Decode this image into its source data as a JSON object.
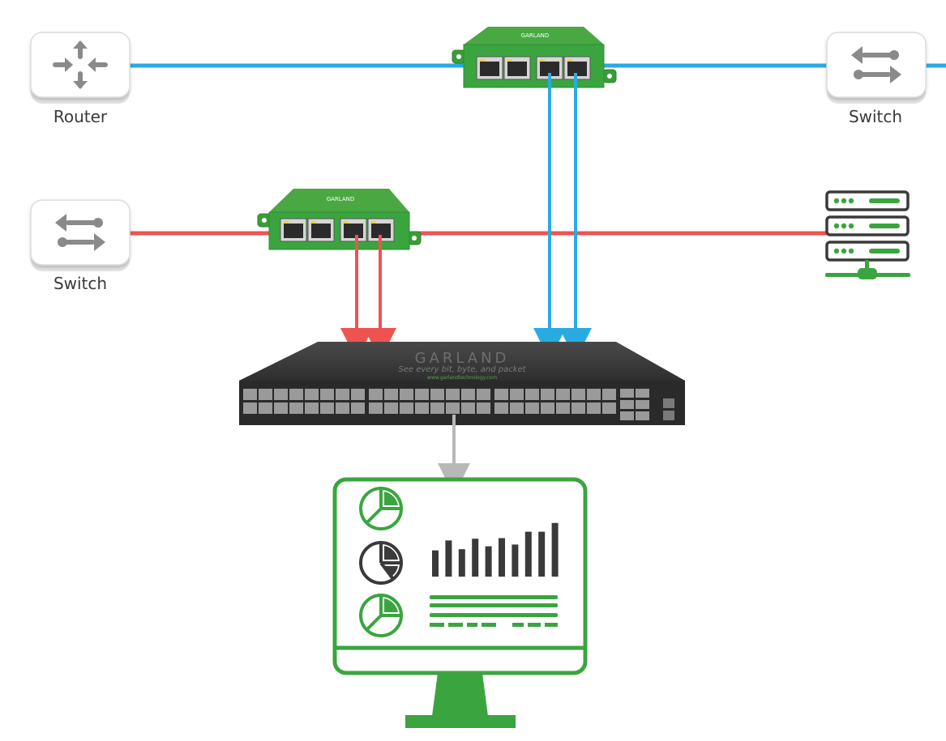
{
  "labels": {
    "router": "Router",
    "switch_top": "Switch",
    "switch_left": "Switch"
  },
  "packet_broker": {
    "brand": "GARLAND",
    "tagline": "See every bit, byte, and packet",
    "url": "www.garlandtechnology.com"
  },
  "tap_brand": "GARLAND",
  "colors": {
    "blue_link": "#29abe2",
    "red_link": "#ef5350",
    "green": "#3aa53f",
    "gray_link": "#b8b8b8",
    "icon_gray": "#8a8a8a",
    "dark": "#3a3a3a"
  },
  "icons": {
    "router": "router-icon",
    "switch": "switch-icon",
    "server": "server-icon",
    "tap": "network-tap-icon",
    "broker": "packet-broker-icon",
    "monitor": "monitoring-tool-icon"
  },
  "dashboard_bars": [
    0.45,
    0.62,
    0.47,
    0.65,
    0.52,
    0.66,
    0.55,
    0.77,
    0.77,
    0.92
  ]
}
